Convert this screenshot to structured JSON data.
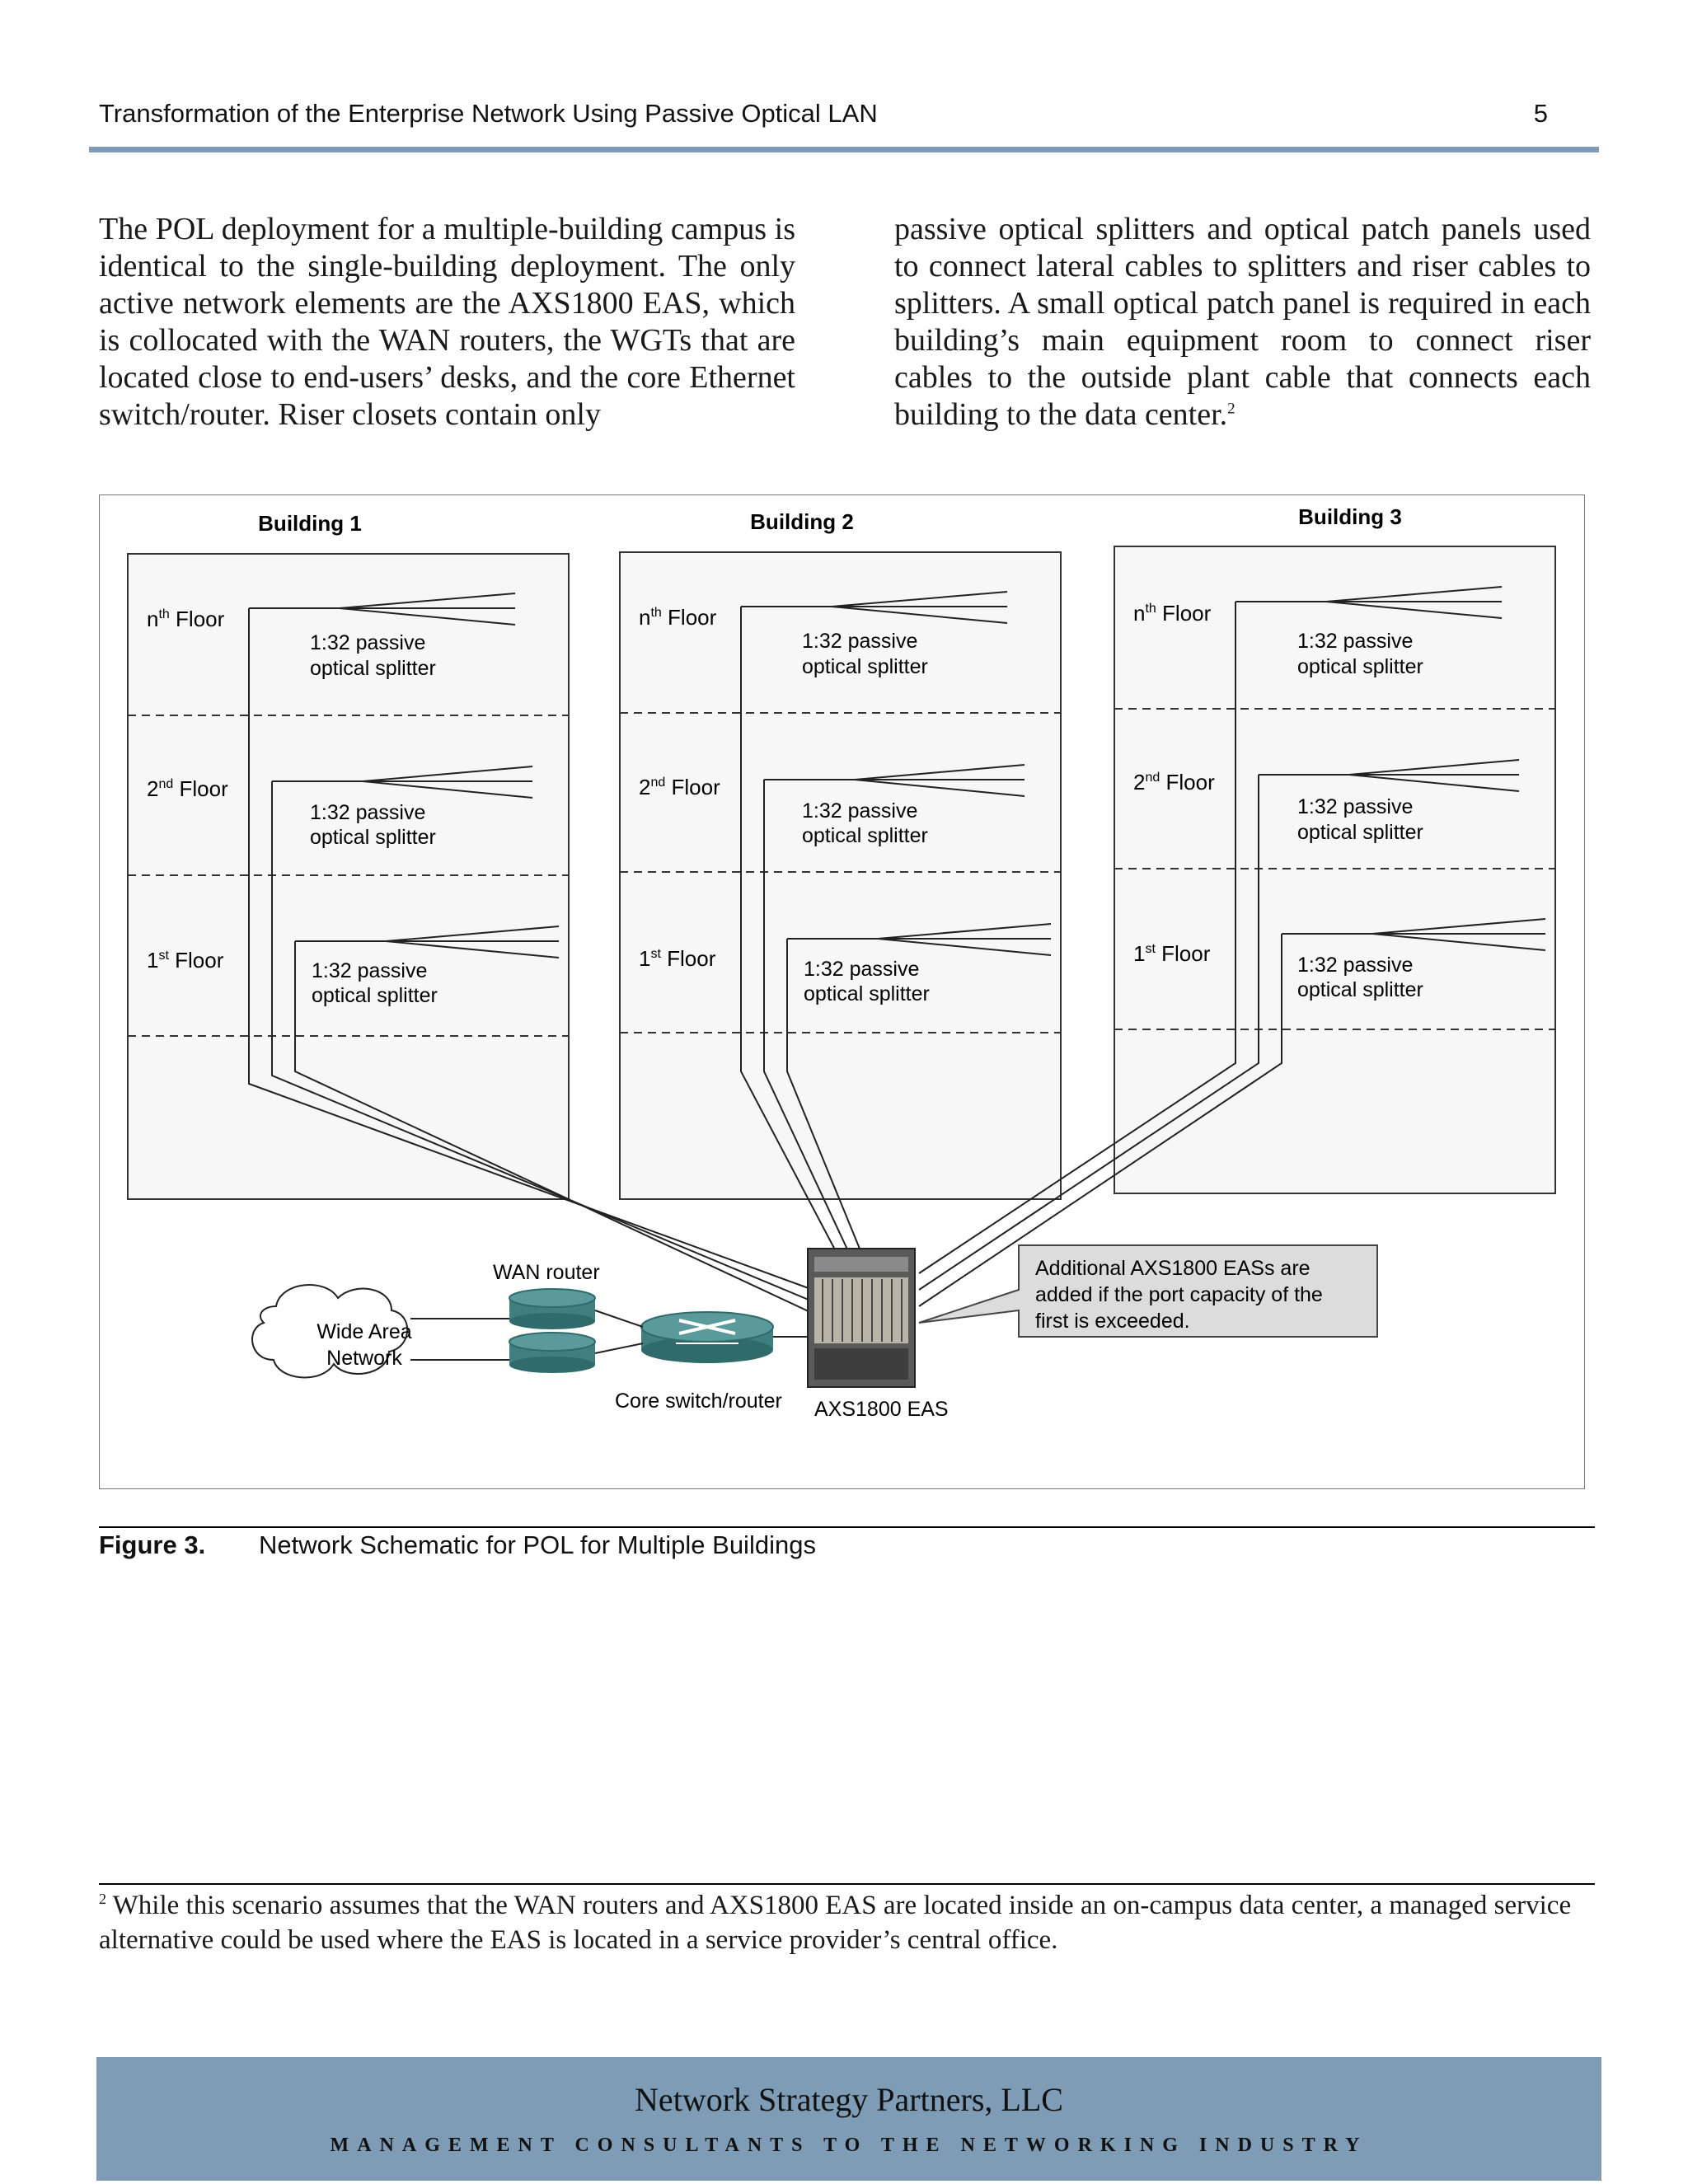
{
  "header": {
    "title": "Transformation of the Enterprise Network Using Passive Optical LAN",
    "page_number": "5"
  },
  "body": {
    "left": "The POL deployment for a multiple-building campus is identical to the single-building deployment.  The only active network elements are the AXS1800 EAS, which is collocated with the WAN routers, the WGTs that are located close to end-users’ desks, and the core Ethernet switch/router.  Riser closets contain only",
    "right": "passive optical splitters and optical patch panels used to connect lateral cables to splitters and riser cables to splitters.  A small optical patch panel is required in each building’s main equipment room to connect riser cables to the outside plant cable that connects each building to the data center.",
    "right_footnote_ref": "2"
  },
  "figure": {
    "buildings": [
      {
        "title": "Building 1"
      },
      {
        "title": "Building 2"
      },
      {
        "title": "Building 3"
      }
    ],
    "floors": [
      {
        "num": "n",
        "sup": "th",
        "word": " Floor"
      },
      {
        "num": "2",
        "sup": "nd",
        "word": " Floor"
      },
      {
        "num": "1",
        "sup": "st",
        "word": " Floor"
      }
    ],
    "splitter": {
      "line1": "1:32 passive",
      "line2": "optical splitter"
    },
    "wan_router_label": "WAN router",
    "wan_cloud": {
      "line1": "Wide Area",
      "line2": "Network"
    },
    "core_switch_label": "Core switch/router",
    "eas_label": "AXS1800 EAS",
    "note": {
      "line1": "Additional AXS1800 EASs are",
      "line2": "added if the port capacity of the",
      "line3": "first is exceeded."
    }
  },
  "caption": {
    "label": "Figure 3.",
    "text": "Network Schematic for POL for Multiple Buildings"
  },
  "footnote": {
    "marker": "2",
    "text": " While this scenario assumes that the WAN routers and AXS1800 EAS are located inside an on-campus data center, a managed service alternative could be used where the EAS is located in a service provider’s central office."
  },
  "footer": {
    "company": "Network Strategy Partners, LLC",
    "tagline": "MANAGEMENT CONSULTANTS TO THE NETWORKING INDUSTRY"
  }
}
